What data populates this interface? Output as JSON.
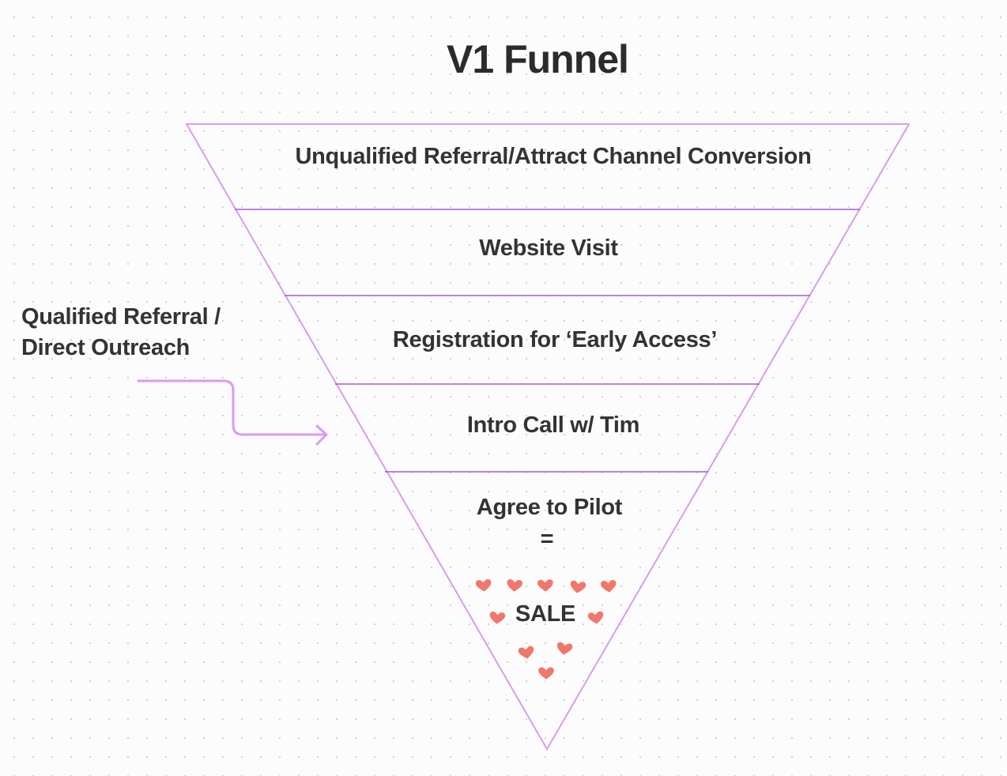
{
  "title": "V1 Funnel",
  "colors": {
    "funnel_outline": "#d79cf3",
    "divider": "#a05ad6",
    "arrow": "#d79cf3",
    "heart_fill": "#f2776b",
    "heart_outline": "#ffffff",
    "text": "#333333"
  },
  "stages": [
    {
      "label": "Unqualified Referral/Attract Channel Conversion"
    },
    {
      "label": "Website Visit"
    },
    {
      "label": "Registration for ‘Early Access’"
    },
    {
      "label": "Intro Call w/ Tim"
    },
    {
      "label": "Agree to Pilot"
    }
  ],
  "equals_sign": "=",
  "sale_label": "SALE",
  "heart_icon": "heart-icon",
  "side_note": {
    "line1": "Qualified Referral /",
    "line2": "Direct Outreach"
  },
  "arrow_icon": "arrow-right-icon"
}
